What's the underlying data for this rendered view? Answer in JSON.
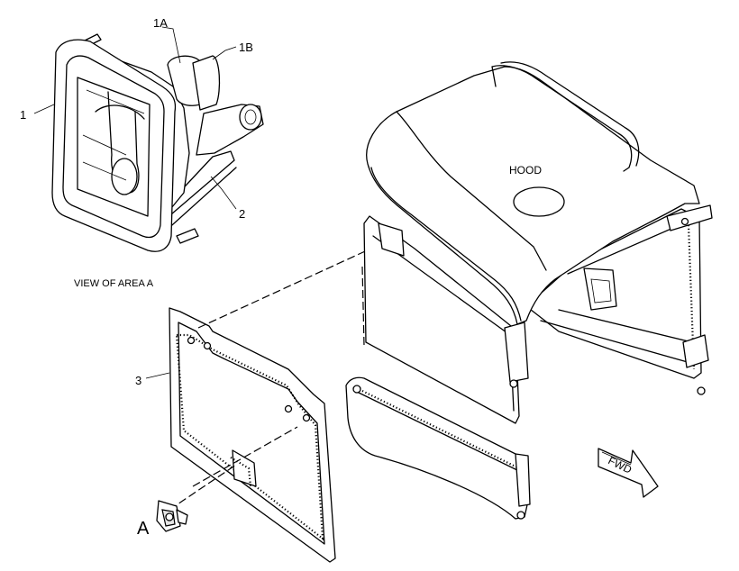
{
  "labels": {
    "callout_1": "1",
    "callout_1a": "1A",
    "callout_1b": "1B",
    "callout_2": "2",
    "callout_3": "3",
    "view_caption": "VIEW OF AREA A",
    "area_a": "A",
    "hood": "HOOD",
    "fwd": "FWD"
  }
}
